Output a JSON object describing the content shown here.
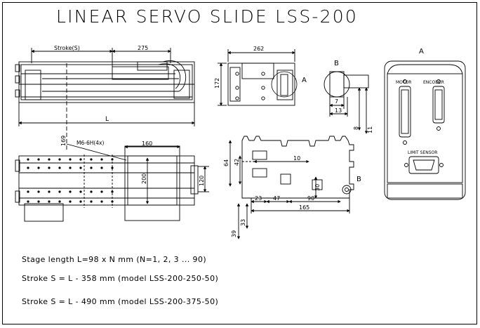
{
  "title": "LINEAR SERVO SLIDE LSS-200",
  "side_view": {
    "stroke_label": "Stroke(S)",
    "dim_275": "275",
    "dim_L": "L"
  },
  "top_view": {
    "mount_label": "M6-6H(4x)",
    "dim_160": "160",
    "dim_169": "169",
    "dim_200": "200",
    "dim_120": "120"
  },
  "end_view": {
    "dim_262": "262",
    "dim_172": "172",
    "detail_ref": "A"
  },
  "detail_b": {
    "ref": "B",
    "dim_7": "7",
    "dim_13": "13",
    "dim_8": "8",
    "dim_11": "11"
  },
  "profile_view": {
    "ref": "B",
    "dim_64": "64",
    "dim_42": "42",
    "dim_10": "10",
    "dim_30": "30",
    "dim_23": "23",
    "dim_47": "47",
    "dim_90": "90",
    "dim_165": "165",
    "dim_39": "39",
    "dim_33": "33"
  },
  "connector_panel": {
    "ref": "A",
    "motor_label": "MOTOR",
    "encoder_label": "ENCODER",
    "limit_label": "LIMIT SENSOR"
  },
  "notes": {
    "stage_length": "Stage length L=98 x N mm (N=1, 2, 3 ... 90)",
    "stroke_250": "Stroke S = L - 358 mm (model LSS-200-250-50)",
    "stroke_375": "Stroke S = L - 490 mm (model LSS-200-375-50)"
  }
}
